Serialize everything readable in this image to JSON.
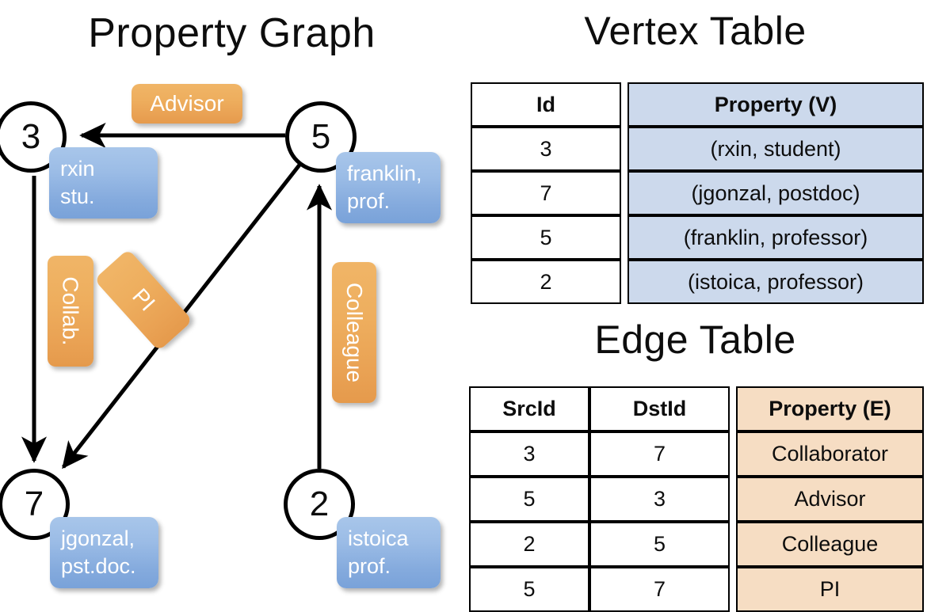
{
  "titles": {
    "property_graph": "Property Graph",
    "vertex_table": "Vertex Table",
    "edge_table": "Edge Table"
  },
  "graph": {
    "nodes": [
      {
        "id": "3",
        "label": "3",
        "property_lines": [
          "rxin",
          "stu."
        ]
      },
      {
        "id": "5",
        "label": "5",
        "property_lines": [
          "franklin,",
          "prof."
        ]
      },
      {
        "id": "7",
        "label": "7",
        "property_lines": [
          "jgonzal,",
          "pst.doc."
        ]
      },
      {
        "id": "2",
        "label": "2",
        "property_lines": [
          "istoica",
          "prof."
        ]
      }
    ],
    "edge_labels": [
      {
        "key": "advisor",
        "text": "Advisor"
      },
      {
        "key": "collab",
        "text": "Collab."
      },
      {
        "key": "pi",
        "text": "PI"
      },
      {
        "key": "colleague",
        "text": "Colleague"
      }
    ],
    "node_property_text": {
      "rxin_l1": "rxin",
      "rxin_l2": "stu.",
      "franklin_l1": "franklin,",
      "franklin_l2": "prof.",
      "jgonzal_l1": "jgonzal,",
      "jgonzal_l2": "pst.doc.",
      "istoica_l1": "istoica",
      "istoica_l2": "prof."
    }
  },
  "vertex_table": {
    "headers": [
      "Id",
      "Property (V)"
    ],
    "rows": [
      {
        "id": "3",
        "property": "(rxin, student)"
      },
      {
        "id": "7",
        "property": "(jgonzal, postdoc)"
      },
      {
        "id": "5",
        "property": "(franklin, professor)"
      },
      {
        "id": "2",
        "property": "(istoica, professor)"
      }
    ]
  },
  "edge_table": {
    "headers": [
      "SrcId",
      "DstId",
      "Property (E)"
    ],
    "rows": [
      {
        "src": "3",
        "dst": "7",
        "property": "Collaborator"
      },
      {
        "src": "5",
        "dst": "3",
        "property": "Advisor"
      },
      {
        "src": "2",
        "dst": "5",
        "property": "Colleague"
      },
      {
        "src": "5",
        "dst": "7",
        "property": "PI"
      }
    ]
  },
  "colors": {
    "vertex_property_fill": "#ccd9ec",
    "edge_property_fill": "#f6ddc3",
    "node_box_blue": "#84aadd",
    "edge_label_orange": "#eeae5e",
    "stroke": "#000000"
  }
}
